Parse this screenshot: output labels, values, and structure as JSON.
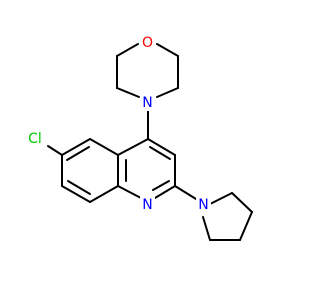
{
  "colors": {
    "background": "#ffffff",
    "bond": "#000000",
    "oxygen": "#ff0000",
    "nitrogen": "#0000ff",
    "chlorine": "#00cc00"
  },
  "atoms": [
    {
      "id": "O1",
      "label": "O",
      "element": "oxygen"
    },
    {
      "id": "N_morph",
      "label": "N",
      "element": "nitrogen"
    },
    {
      "id": "N_ring",
      "label": "N",
      "element": "nitrogen"
    },
    {
      "id": "N_pyr",
      "label": "N",
      "element": "nitrogen"
    },
    {
      "id": "Cl",
      "label": "Cl",
      "element": "chlorine"
    }
  ]
}
